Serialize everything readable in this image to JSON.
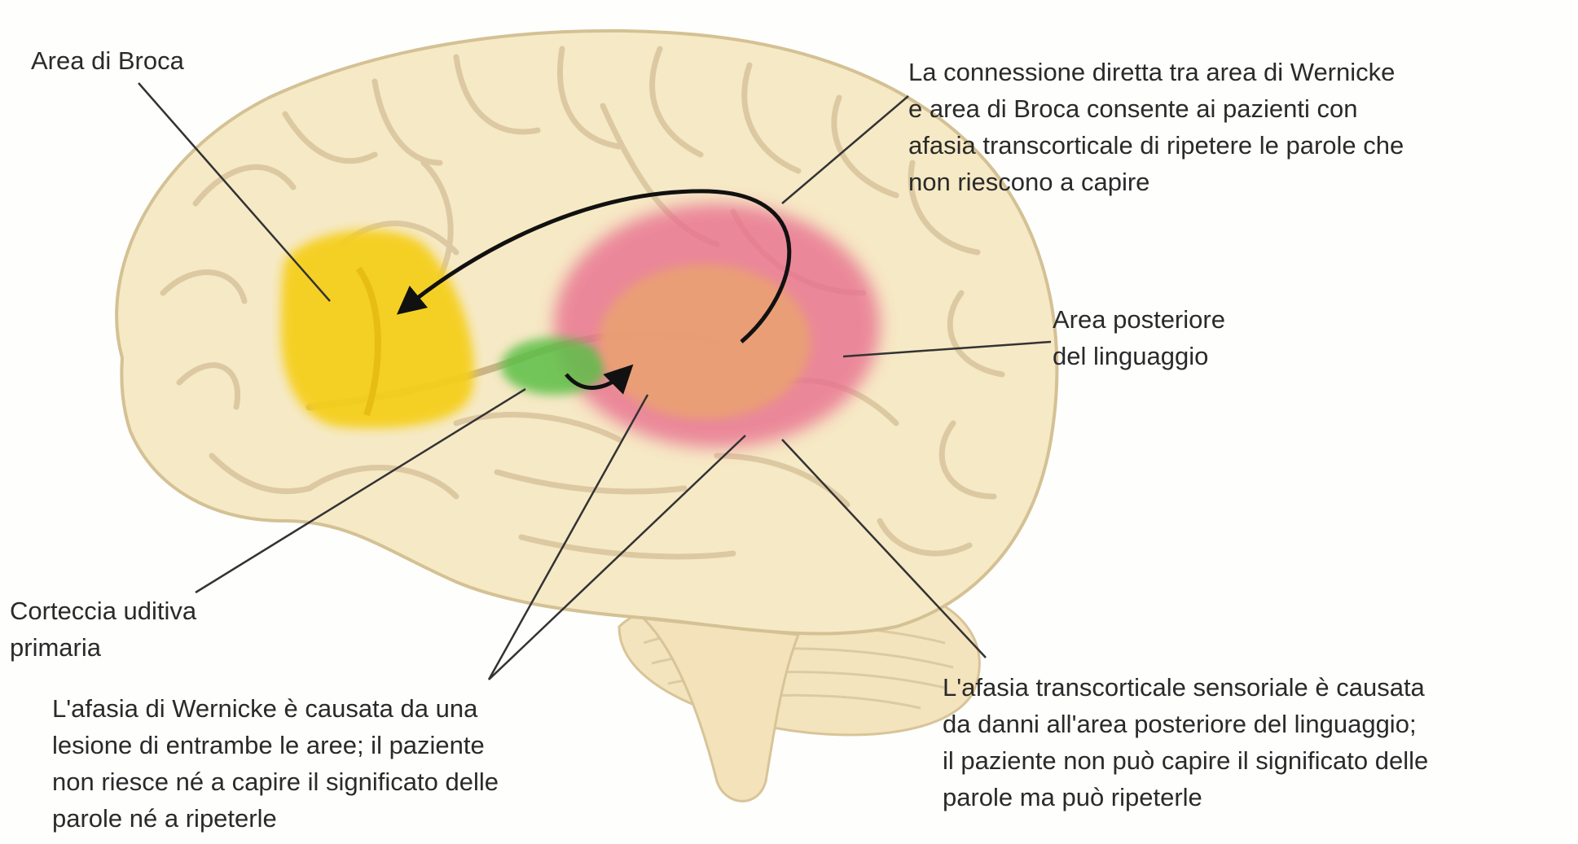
{
  "labels": {
    "broca": [
      "Area di Broca"
    ],
    "connection": [
      "La connessione diretta tra area di Wernicke",
      "e area di Broca consente ai pazienti con",
      "afasia transcorticale di ripetere le parole che",
      "non riescono a capire"
    ],
    "posterior": [
      "Area posteriore",
      "del linguaggio"
    ],
    "auditory": [
      "Corteccia uditiva",
      "primaria"
    ],
    "wernicke_aphasia": [
      "L'afasia di Wernicke è causata da una",
      "lesione di entrambe le aree; il paziente",
      "non riesce né a capire il significato delle",
      "parole né a ripeterle"
    ],
    "sensory_aphasia": [
      "L'afasia transcorticale sensoriale è causata",
      "da danni all'area posteriore del linguaggio;",
      "il paziente non può capire il significato delle",
      "parole ma può ripeterle"
    ]
  },
  "colors": {
    "brain": "#f6e9c5",
    "sulcus": "#d9c7a0",
    "broca_area": "#f5cf1e",
    "auditory_cortex": "#5cbf47",
    "wernicke_area": "#eaa073",
    "posterior_area": "#e86f8f",
    "leader_line": "#333333"
  }
}
